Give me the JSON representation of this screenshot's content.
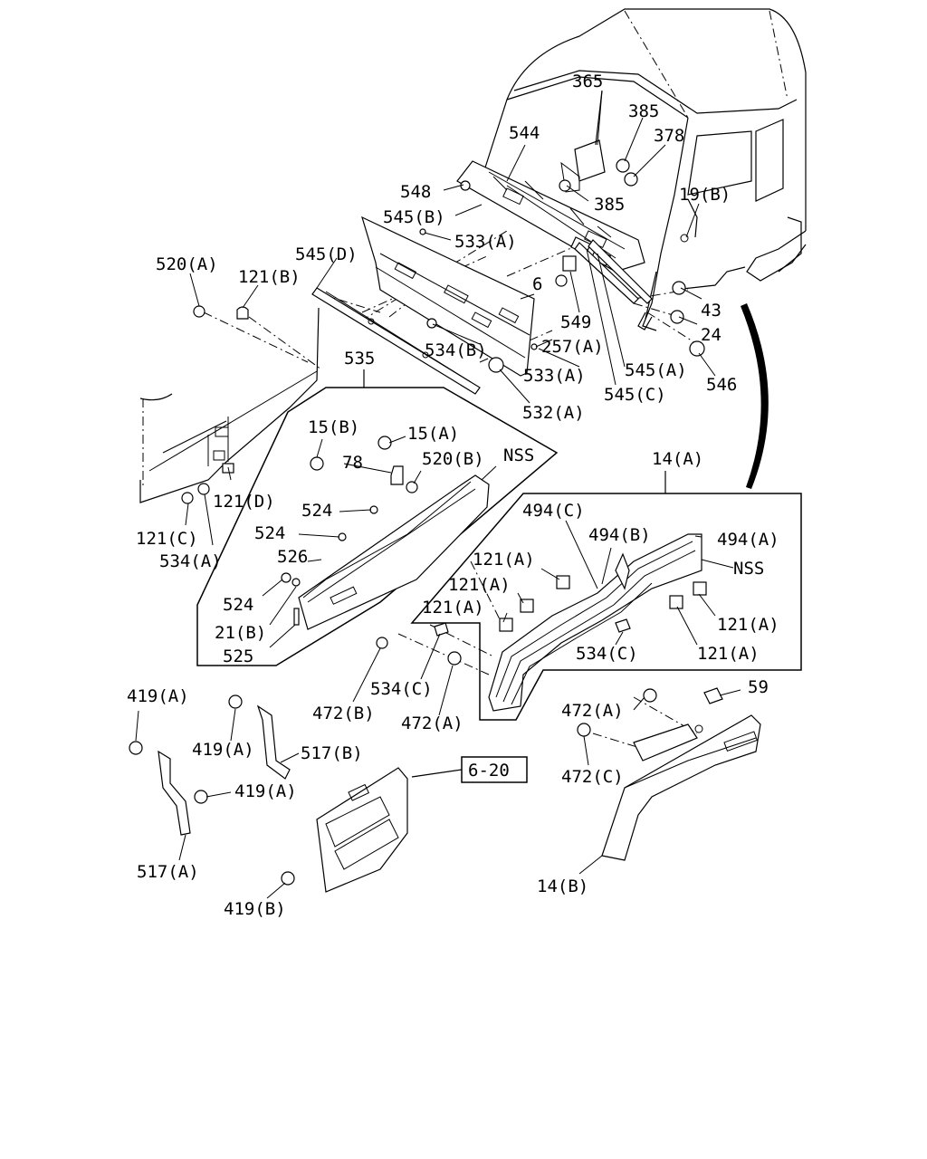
{
  "labels": {
    "p365": "365",
    "p385_top": "385",
    "p378": "378",
    "p544": "544",
    "p548": "548",
    "p385_mid": "385",
    "p19b": "19(B)",
    "p545b": "545(B)",
    "p533a_top": "533(A)",
    "p545d": "545(D)",
    "p520a": "520(A)",
    "p121b": "121(B)",
    "p6": "6",
    "p43": "43",
    "p549": "549",
    "p24": "24",
    "p534b": "534(B)",
    "p257a": "257(A)",
    "p535": "535",
    "p533a_low": "533(A)",
    "p545a": "545(A)",
    "p546": "546",
    "p545c": "545(C)",
    "p532a": "532(A)",
    "p15b": "15(B)",
    "p15a": "15(A)",
    "p78": "78",
    "p520b": "520(B)",
    "nss_top": "NSS",
    "p14a": "14(A)",
    "p121d": "121(D)",
    "p524_1": "524",
    "p494c": "494(C)",
    "p121c": "121(C)",
    "p524_2": "524",
    "p494b": "494(B)",
    "p494a": "494(A)",
    "p534a": "534(A)",
    "p526": "526",
    "p121a_1": "121(A)",
    "nss_right": "NSS",
    "p121a_2": "121(A)",
    "p524_3": "524",
    "p121a_3": "121(A)",
    "p21b": "21(B)",
    "p121a_4": "121(A)",
    "p525": "525",
    "p534c_right": "534(C)",
    "p121a_5": "121(A)",
    "p534c_left": "534(C)",
    "p59": "59",
    "p419a_1": "419(A)",
    "p472b": "472(B)",
    "p472a_left": "472(A)",
    "p472a_right": "472(A)",
    "p419a_2": "419(A)",
    "p517b": "517(B)",
    "ref_box": "6-20",
    "p472c": "472(C)",
    "p419a_3": "419(A)",
    "p517a": "517(A)",
    "p14b": "14(B)",
    "p419b": "419(B)"
  }
}
